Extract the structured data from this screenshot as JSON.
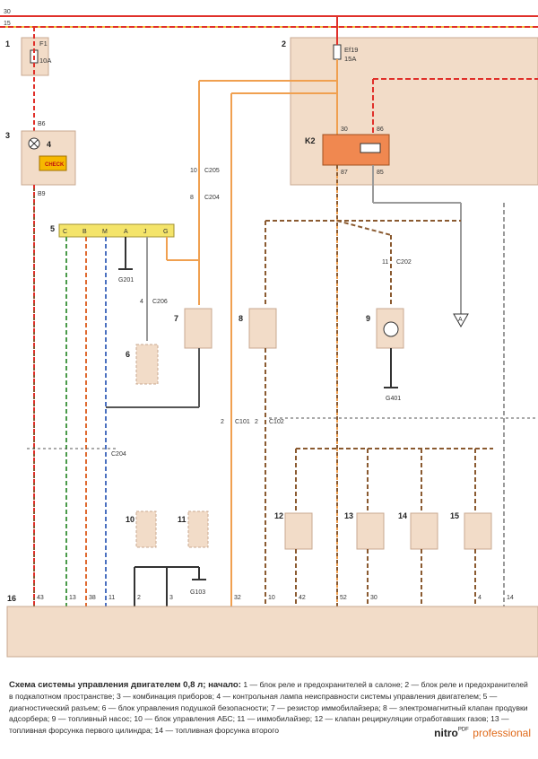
{
  "rails": {
    "top_left": "30",
    "second_left": "15"
  },
  "blocks": {
    "b1": {
      "num": "1",
      "fuse": "F1",
      "rating": "10A"
    },
    "b2": {
      "num": "2",
      "fuse": "Ef19",
      "rating": "15A"
    },
    "b3": {
      "num": "3",
      "num4": "4",
      "check": "CHECK"
    },
    "b5": {
      "num": "5",
      "pins": [
        "C",
        "B",
        "M",
        "A",
        "J",
        "G"
      ]
    },
    "b16": {
      "num": "16"
    }
  },
  "relay": {
    "label": "K2",
    "p30": "30",
    "p86": "86",
    "p87": "87",
    "p85": "85"
  },
  "pins": {
    "b86": "B6",
    "b9": "B9"
  },
  "connectors": {
    "c205": "C205",
    "c204": "C204",
    "c206": "C206",
    "c202": "C202",
    "c101": "C101",
    "c102": "C102",
    "c204b": "C204"
  },
  "grounds": {
    "g201": "G201",
    "g401": "G401",
    "g103": "G103"
  },
  "components": {
    "n6": "6",
    "n7": "7",
    "n8": "8",
    "n9": "9",
    "n10": "10",
    "n11": "11",
    "n12": "12",
    "n13": "13",
    "n14": "14",
    "n15": "15",
    "arrowA": "A"
  },
  "bottom_pins": [
    "43",
    "13",
    "38",
    "11",
    "2",
    "3",
    "32",
    "10",
    "42",
    "52",
    "30",
    "4",
    "14"
  ],
  "caption": {
    "title": "Схема системы управления двигателем 0,8 л; начало:",
    "text": " 1 — блок реле и предохранителей в салоне; 2 — блок реле и предохранителей в подкапотном пространстве; 3 — комбинация приборов; 4 — контрольная лампа неисправности системы управления двигателем; 5 — диагностический разъем; 6 — блок управления подушкой безопасности; 7 — резистор иммобилайзера; 8 — электромагнитный клапан продувки адсорбера; 9 — топливный насос; 10 — блок управления АБС; 11 — иммобилайзер; 12 — клапан рециркуляции отработавших газов; 13 — топливная форсунка первого цилиндра; 14 — топливная форсунка второго"
  },
  "logo": {
    "brand": "nitro",
    "sup": "PDF",
    "product": "professional"
  },
  "colors": {
    "beige": "#f2dcc8",
    "orange": "#f0a050",
    "red": "#e0302a",
    "brown": "#8a5a30",
    "gray": "#9a9a9a"
  }
}
